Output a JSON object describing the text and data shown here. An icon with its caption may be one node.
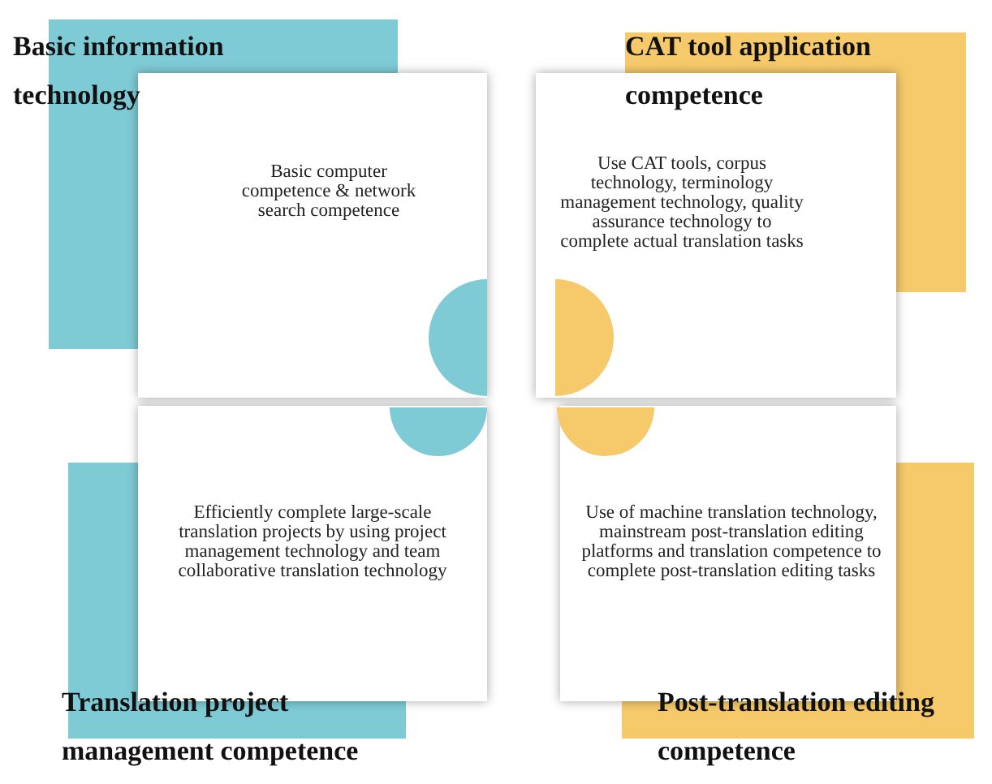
{
  "diagram": {
    "nodes": [
      {
        "text": [
          "Basic information technology",
          "Basic computer competence & network search competence"
        ]
      },
      {
        "text": [
          "CAT tool application competence",
          "Use CAT tools, corpus technology, terminology management technology, quality assurance technology to complete actual translation tasks"
        ]
      },
      {
        "text": [
          "Efficiently complete large-scale translation projects by using project management technology and team collaborative translation technology",
          "Translation project management competence"
        ]
      },
      {
        "text": [
          "Use of machine translation technology, mainstream post-translation editing platforms and translation competence to complete post-translation editing tasks",
          "Post-translation editing competence"
        ]
      }
    ],
    "edges": []
  }
}
